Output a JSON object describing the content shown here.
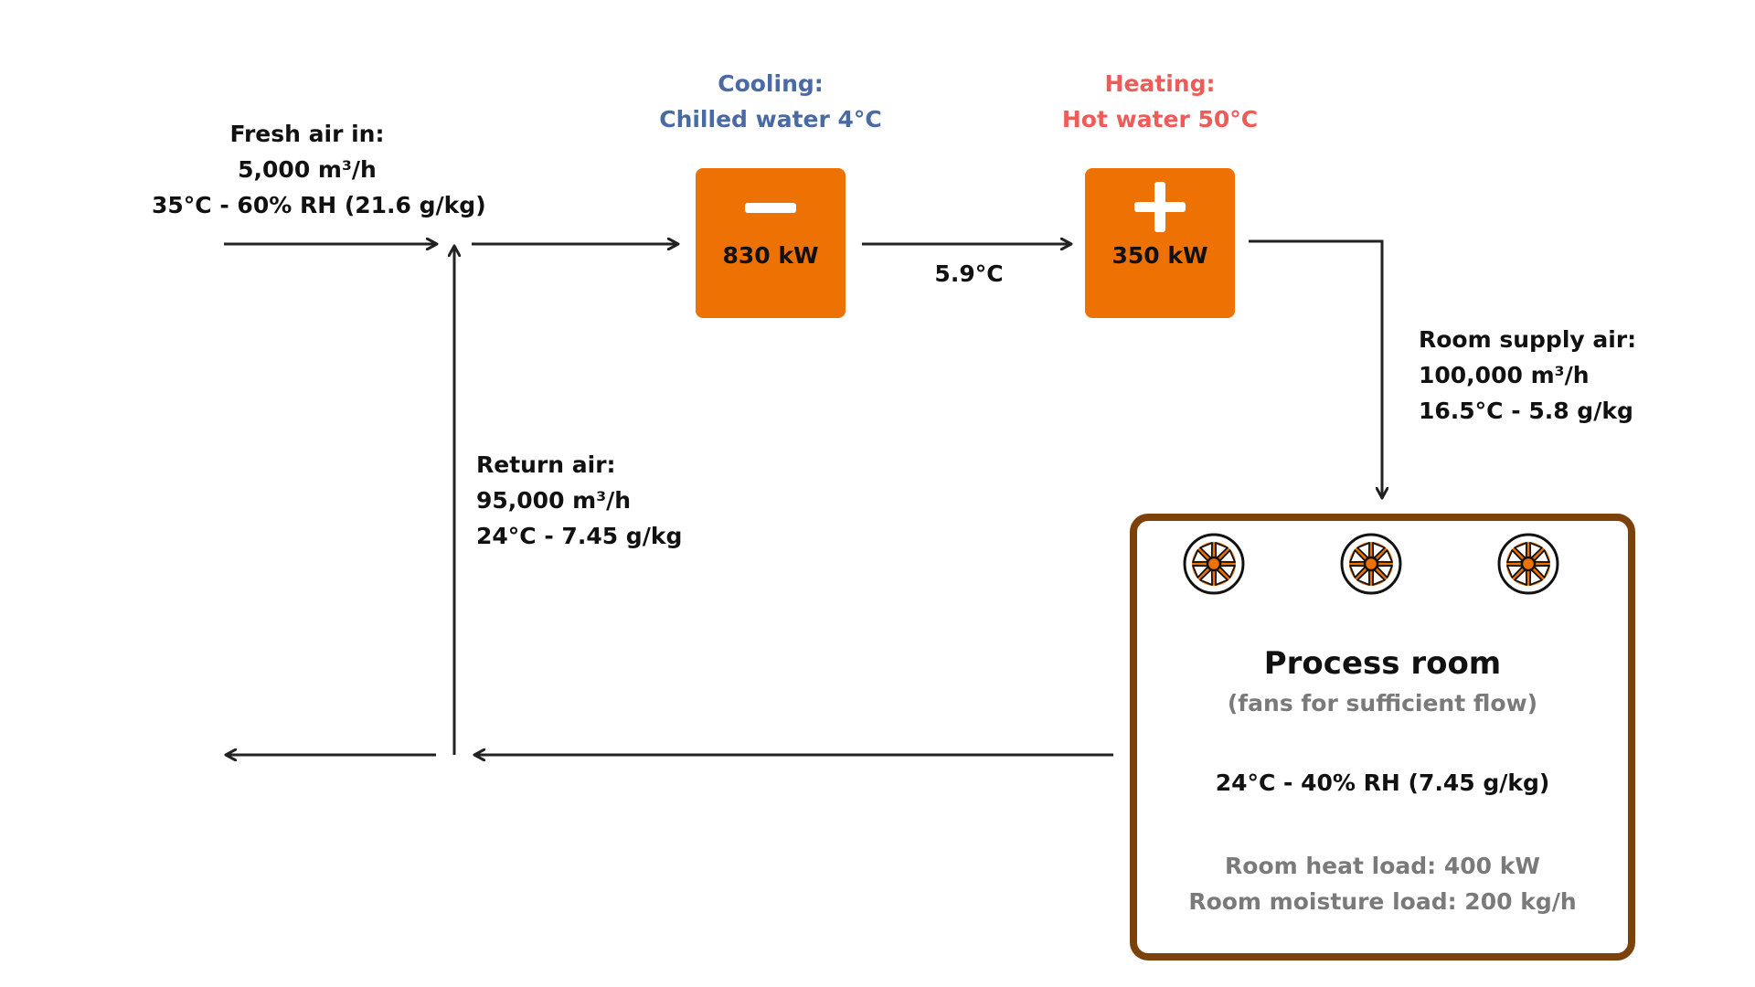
{
  "fresh_air": {
    "lines": [
      "Fresh air in:",
      "5,000 m³/h",
      "35°C - 60% RH (21.6 g/kg)"
    ]
  },
  "cooling": {
    "heading": "Cooling:",
    "medium": "Chilled water 4°C",
    "value": "830 kW",
    "symbol": "minus-icon",
    "color": "#4a6aa5"
  },
  "heating": {
    "heading": "Heating:",
    "medium": "Hot water 50°C",
    "value": "350 kW",
    "symbol": "plus-icon",
    "color": "#ee5b58"
  },
  "intermediate": {
    "temperature": "5.9°C"
  },
  "supply_air": {
    "lines": [
      "Room supply air:",
      "100,000 m³/h",
      "16.5°C - 5.8 g/kg"
    ]
  },
  "return_air": {
    "lines": [
      "Return air:",
      "95,000 m³/h",
      "24°C - 7.45 g/kg"
    ]
  },
  "process_room": {
    "title": "Process room",
    "subtitle": "(fans for sufficient flow)",
    "condition": "24°C - 40% RH (7.45 g/kg)",
    "heat_load": "Room heat load: 400 kW",
    "moisture_load": "Room moisture load: 200 kg/h",
    "fan_icon": "fan-icon",
    "fan_count": 3
  },
  "colors": {
    "unit_box": "#ee7203",
    "room_border": "#7c420c",
    "arrow": "#222222",
    "secondary_text": "#7a7a7a"
  }
}
